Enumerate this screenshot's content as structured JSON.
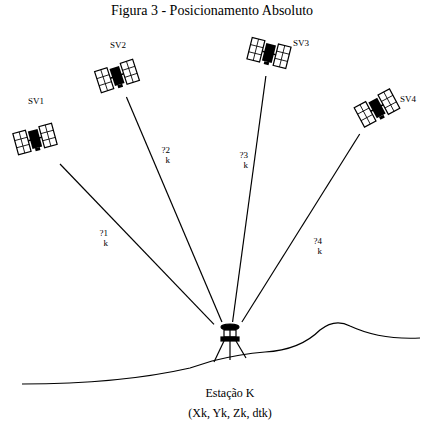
{
  "diagram": {
    "title": "Figura 3 - Posicionamento Absoluto",
    "nodes": [
      {
        "text": [
          "SV1"
        ]
      },
      {
        "text": [
          "SV2"
        ]
      },
      {
        "text": [
          "SV3"
        ]
      },
      {
        "text": [
          "SV4"
        ]
      },
      {
        "text": [
          "Estação K",
          "(Xk, Yk, Zk, dtk)"
        ]
      }
    ],
    "edges": [
      {
        "from": 0,
        "to": 4,
        "arrow": "none",
        "label": "?1 k"
      },
      {
        "from": 1,
        "to": 4,
        "arrow": "none",
        "label": "?2 k"
      },
      {
        "from": 2,
        "to": 4,
        "arrow": "none",
        "label": "?3 k"
      },
      {
        "from": 3,
        "to": 4,
        "arrow": "none",
        "label": "?4 k"
      }
    ]
  }
}
